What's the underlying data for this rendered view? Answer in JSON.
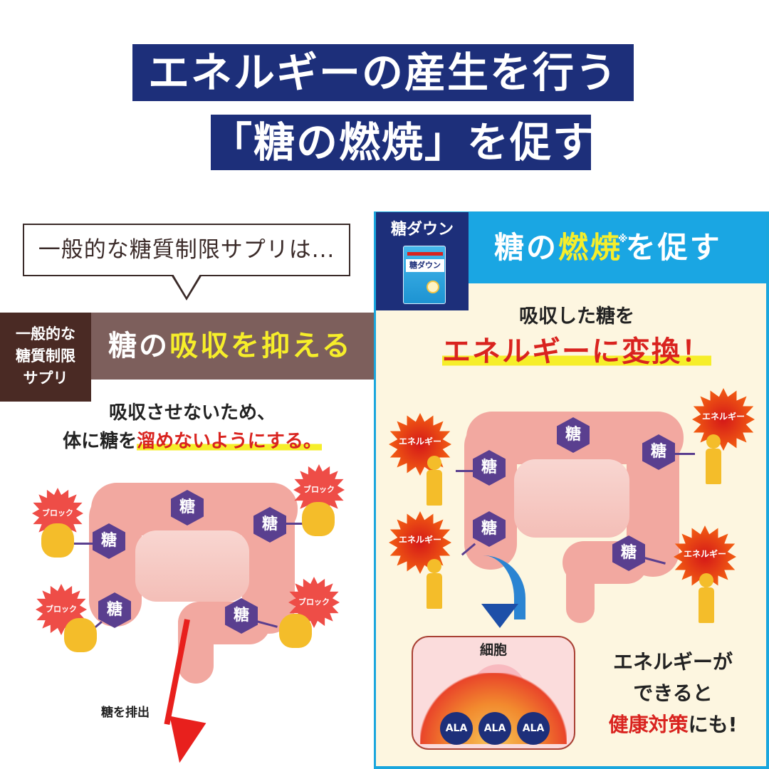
{
  "headline": {
    "line1": "エネルギーの産生を行う",
    "line2": "「糖の燃焼」を促す",
    "bg_color": "#1d2f7a"
  },
  "left_panel": {
    "bubble_text": "一般的な糖質制限サプリは...",
    "tag_lines": [
      "一般的な",
      "糖質制限",
      "サプリ"
    ],
    "bar_prefix": "糖の",
    "bar_highlight": "吸収を抑える",
    "desc_line1": "吸収させないため、",
    "desc_line2_plain": "体に糖を",
    "desc_line2_red": "溜めないようにする。",
    "sugar_label": "糖",
    "block_label": "ブロック",
    "excrete_label": "糖を排出",
    "colors": {
      "tag_bg": "#4a2a24",
      "bar_bg": "#7d5f5c",
      "highlight": "#f6ee2a"
    }
  },
  "right_panel": {
    "brand_tag": "糖ダウン",
    "package_name": "糖ダウン",
    "bar_prefix": "糖の",
    "bar_highlight": "燃焼",
    "bar_note": "※",
    "bar_suffix": "を促す",
    "desc_line1": "吸収した糖を",
    "desc_line2": "エネルギーに変換！",
    "sugar_label": "糖",
    "energy_label": "エネルギー",
    "cell_label": "細胞",
    "ala_labels": [
      "ALA",
      "ALA",
      "ALA"
    ],
    "health_line1": "エネルギーが",
    "health_line2": "できると",
    "health_line3_red": "健康対策",
    "health_line3_plain": "にも!",
    "colors": {
      "border": "#1aa6dd",
      "bar_bg": "#1aa6e3",
      "panel_bg": "#fdf6e0",
      "red": "#d9231f"
    }
  }
}
